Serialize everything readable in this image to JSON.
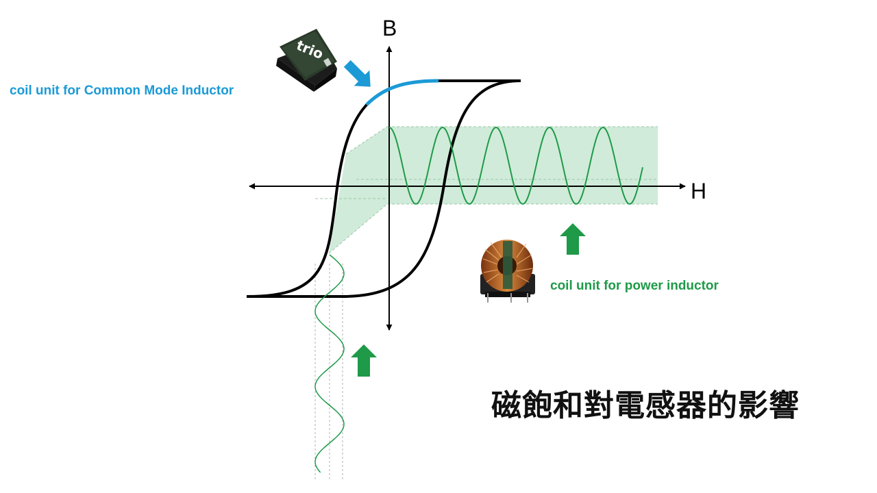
{
  "axes": {
    "vertical_label": "B",
    "horizontal_label": "H"
  },
  "labels": {
    "common_mode": "coil unit for Common  Mode Inductor",
    "power": "coil unit for power inductor",
    "title": "磁飽和對電感器的影響"
  },
  "smd_inductor": {
    "brand_text": "trio"
  },
  "colors": {
    "common_mode": "#1b9ad6",
    "power": "#1e9a48",
    "band": "#c8e8d2",
    "curve": "#000000"
  },
  "icons": [
    "blue-arrow-icon",
    "green-up-arrow-icon",
    "smd-inductor-image",
    "toroid-inductor-image"
  ]
}
